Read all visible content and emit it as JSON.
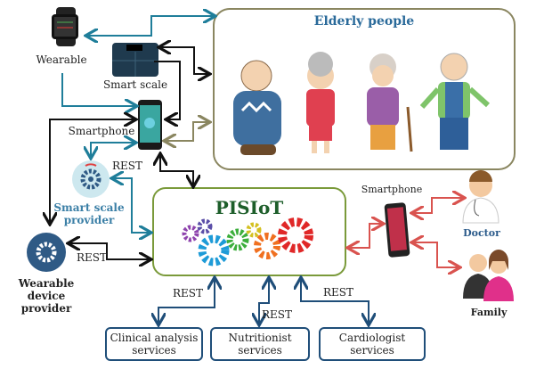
{
  "elderly": {
    "title": "Elderly people"
  },
  "devices": {
    "wearable": "Wearable",
    "smart_scale": "Smart scale",
    "smartphone": "Smartphone",
    "smart_scale_provider_line1": "Smart scale",
    "smart_scale_provider_line2": "provider",
    "wearable_provider_line1": "Wearable",
    "wearable_provider_line2": "device",
    "wearable_provider_line3": "provider"
  },
  "platform": {
    "title": "PISIoT"
  },
  "caregivers": {
    "smartphone": "Smartphone",
    "doctor": "Doctor",
    "family": "Family"
  },
  "rest_labels": [
    "REST",
    "REST",
    "REST",
    "REST",
    "REST"
  ],
  "services": [
    {
      "line1": "Clinical analysis",
      "line2": "services"
    },
    {
      "line1": "Nutritionist",
      "line2": "services"
    },
    {
      "line1": "Cardiologist",
      "line2": "services"
    }
  ],
  "colors": {
    "teal": "#1f7e9a",
    "black": "#111111",
    "olive": "#8a8660",
    "red": "#d9534f",
    "navy": "#1f4e79",
    "green_border": "#7a9a3a",
    "title_green": "#1d5e2a"
  }
}
